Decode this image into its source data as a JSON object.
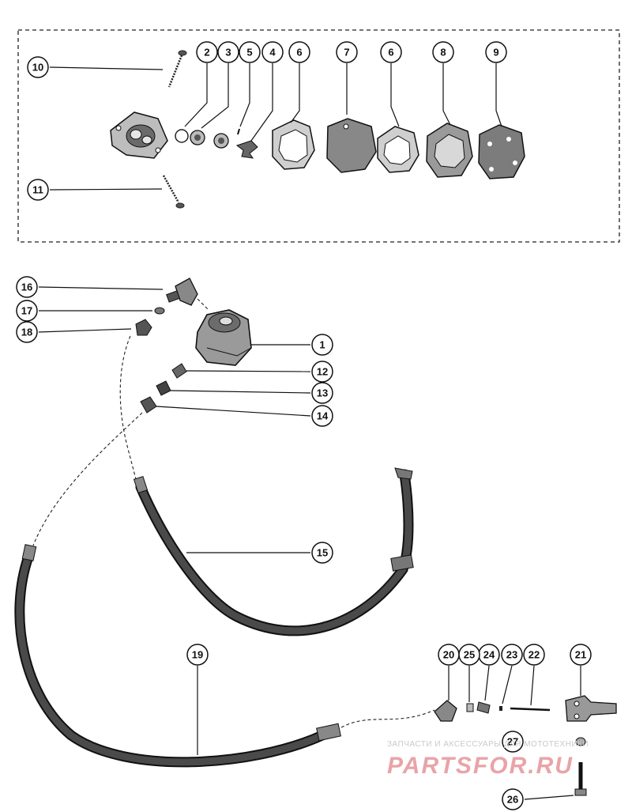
{
  "diagram": {
    "callouts": [
      "1",
      "2",
      "3",
      "4",
      "5",
      "6",
      "7",
      "8",
      "9",
      "10",
      "11",
      "12",
      "13",
      "14",
      "15",
      "16",
      "17",
      "18",
      "19",
      "20",
      "21",
      "22",
      "23",
      "24",
      "25",
      "26",
      "27"
    ],
    "callout_6_second": "6"
  },
  "watermark": {
    "line1": "ЗАПЧАСТИ И АКСЕССУАРЫ ДЛЯ МОТОТЕХНИКИ",
    "logo_text": "PARTSFOR.RU"
  },
  "colors": {
    "ink": "#1a1a1a",
    "hose": "#3a3a3a",
    "watermark_logo": "#e8a4a8"
  }
}
